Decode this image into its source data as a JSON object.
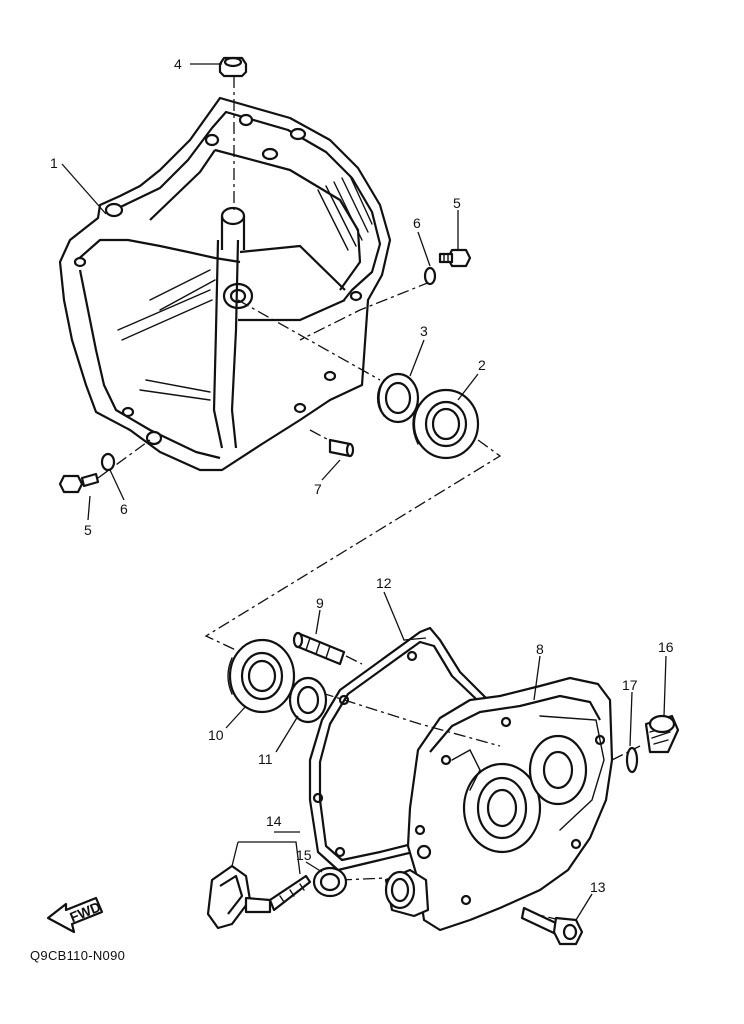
{
  "diagram": {
    "callouts": [
      {
        "id": "1",
        "label": "1"
      },
      {
        "id": "2",
        "label": "2"
      },
      {
        "id": "3",
        "label": "3"
      },
      {
        "id": "4",
        "label": "4"
      },
      {
        "id": "5a",
        "label": "5"
      },
      {
        "id": "5b",
        "label": "5"
      },
      {
        "id": "6a",
        "label": "6"
      },
      {
        "id": "6b",
        "label": "6"
      },
      {
        "id": "7",
        "label": "7"
      },
      {
        "id": "8",
        "label": "8"
      },
      {
        "id": "9",
        "label": "9"
      },
      {
        "id": "10",
        "label": "10"
      },
      {
        "id": "11",
        "label": "11"
      },
      {
        "id": "12",
        "label": "12"
      },
      {
        "id": "13",
        "label": "13"
      },
      {
        "id": "14",
        "label": "14"
      },
      {
        "id": "15",
        "label": "15"
      },
      {
        "id": "16",
        "label": "16"
      },
      {
        "id": "17",
        "label": "17"
      }
    ],
    "fwd_label": "FWD",
    "drawing_code": "Q9CB110-N090"
  }
}
